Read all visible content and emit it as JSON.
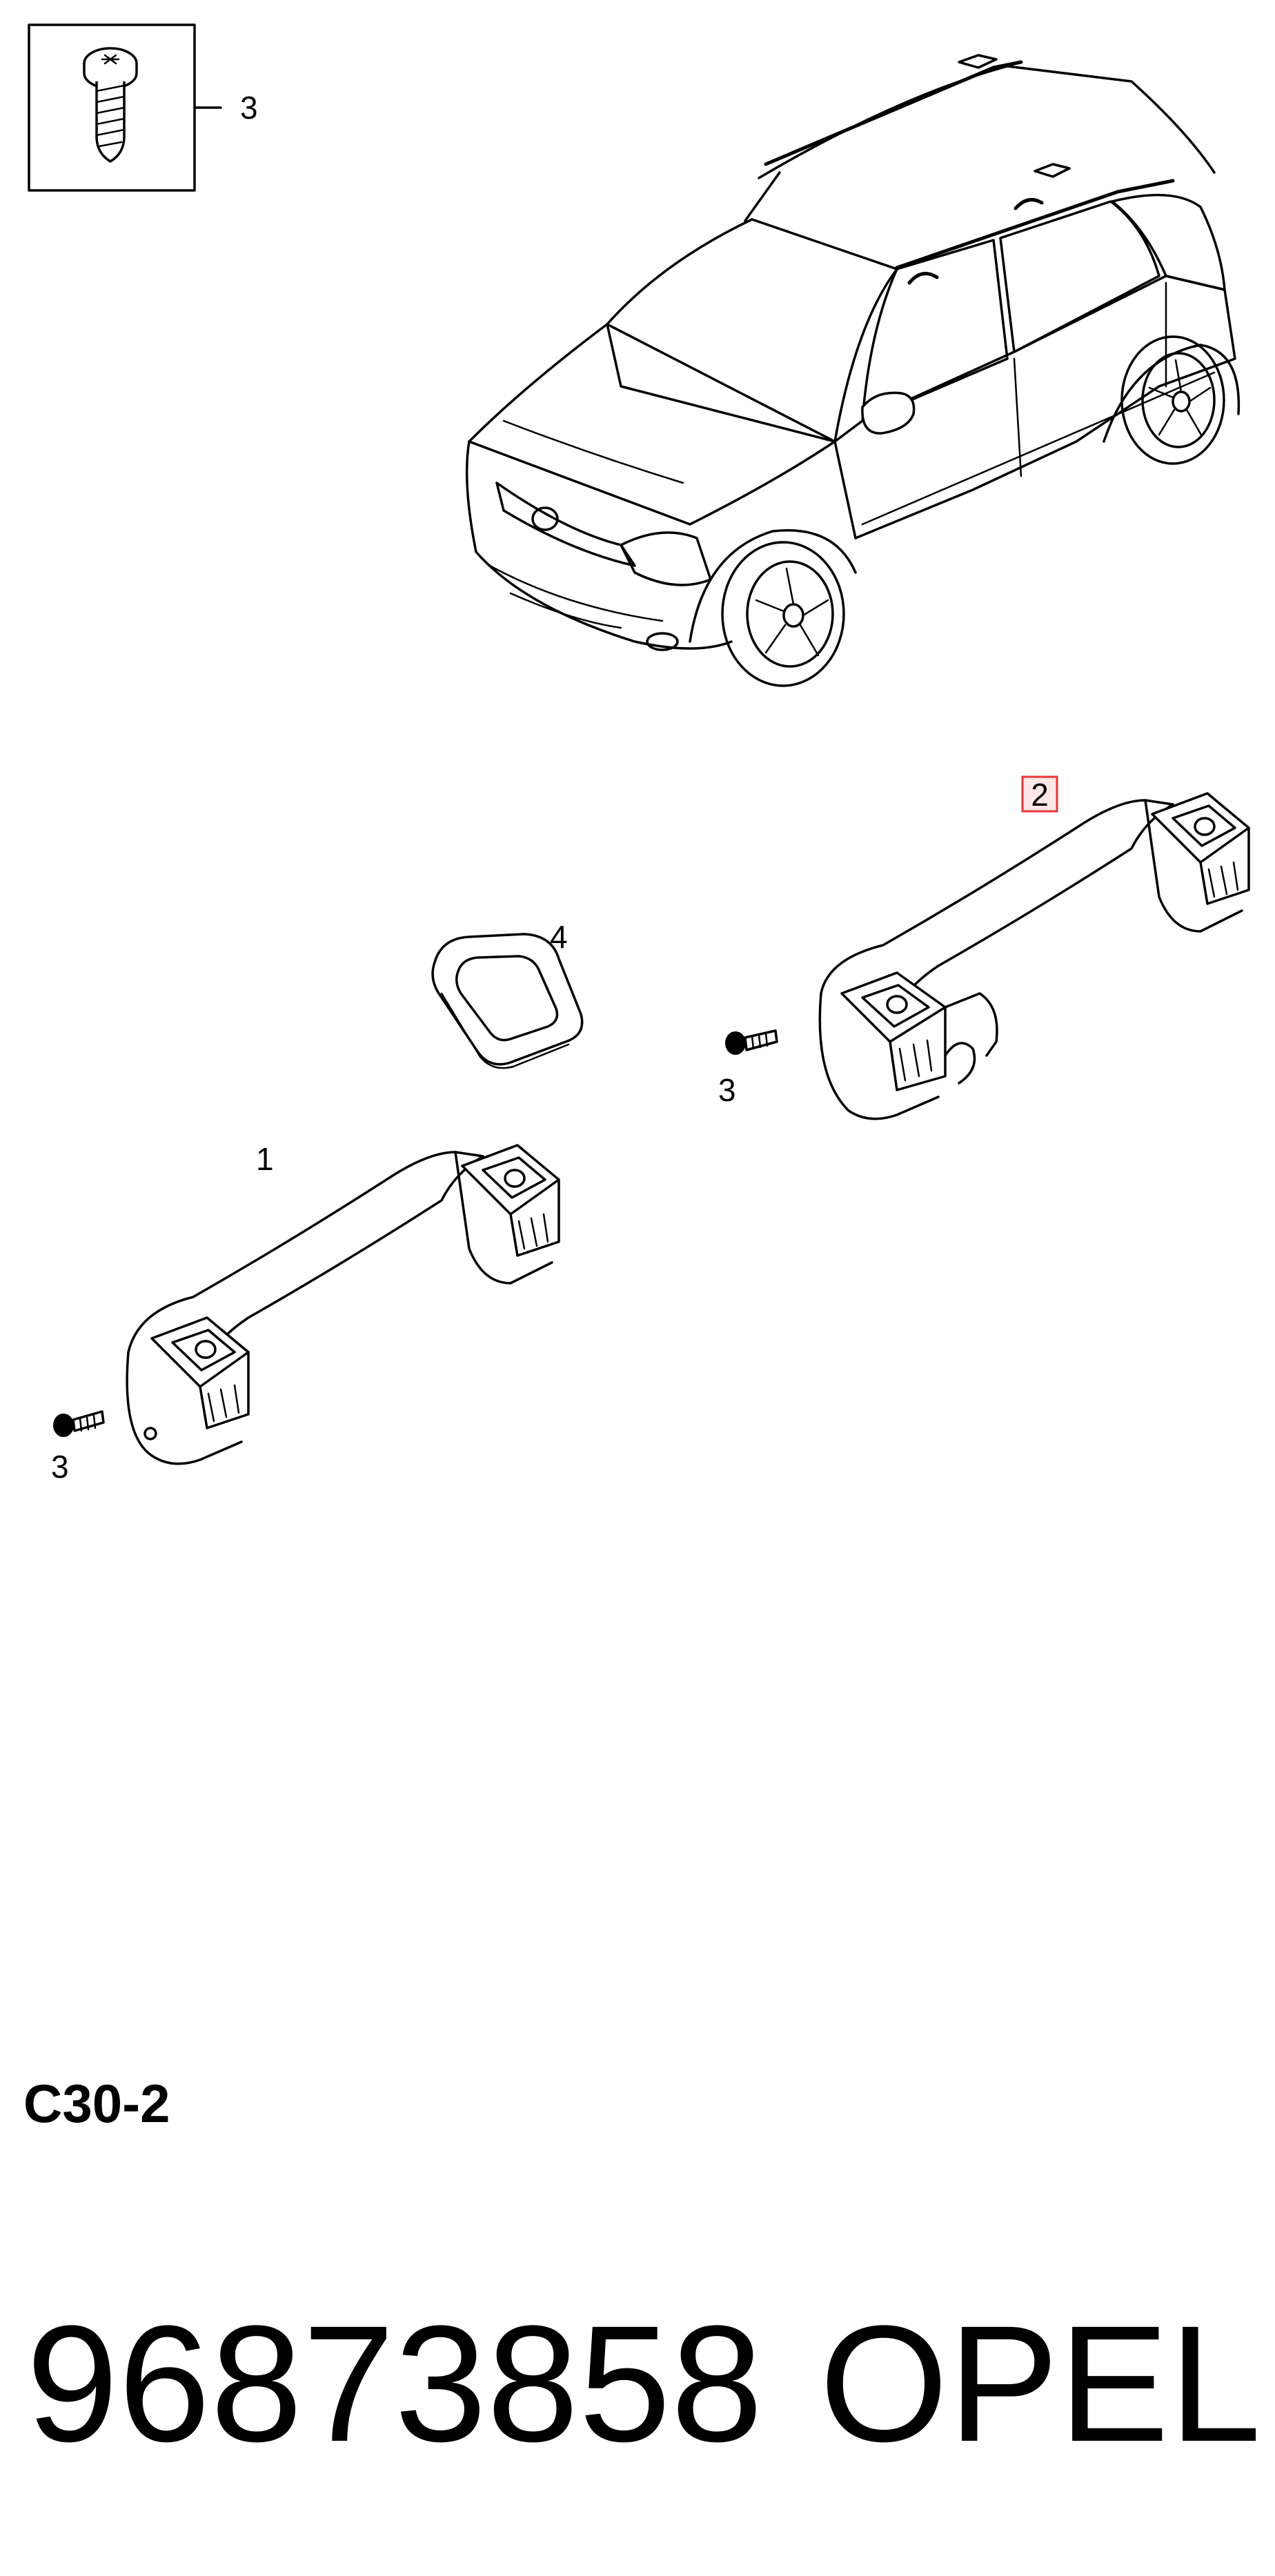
{
  "callouts": {
    "inset_screw": "3",
    "part_1": "1",
    "part_2": "2",
    "part_4": "4",
    "screw_left": "3",
    "screw_right": "3"
  },
  "highlight_color": "#e53935",
  "highlight_fill": "#fde7e7",
  "diagram_code": "C30-2",
  "part_number": "96873858",
  "brand": "OPEL"
}
